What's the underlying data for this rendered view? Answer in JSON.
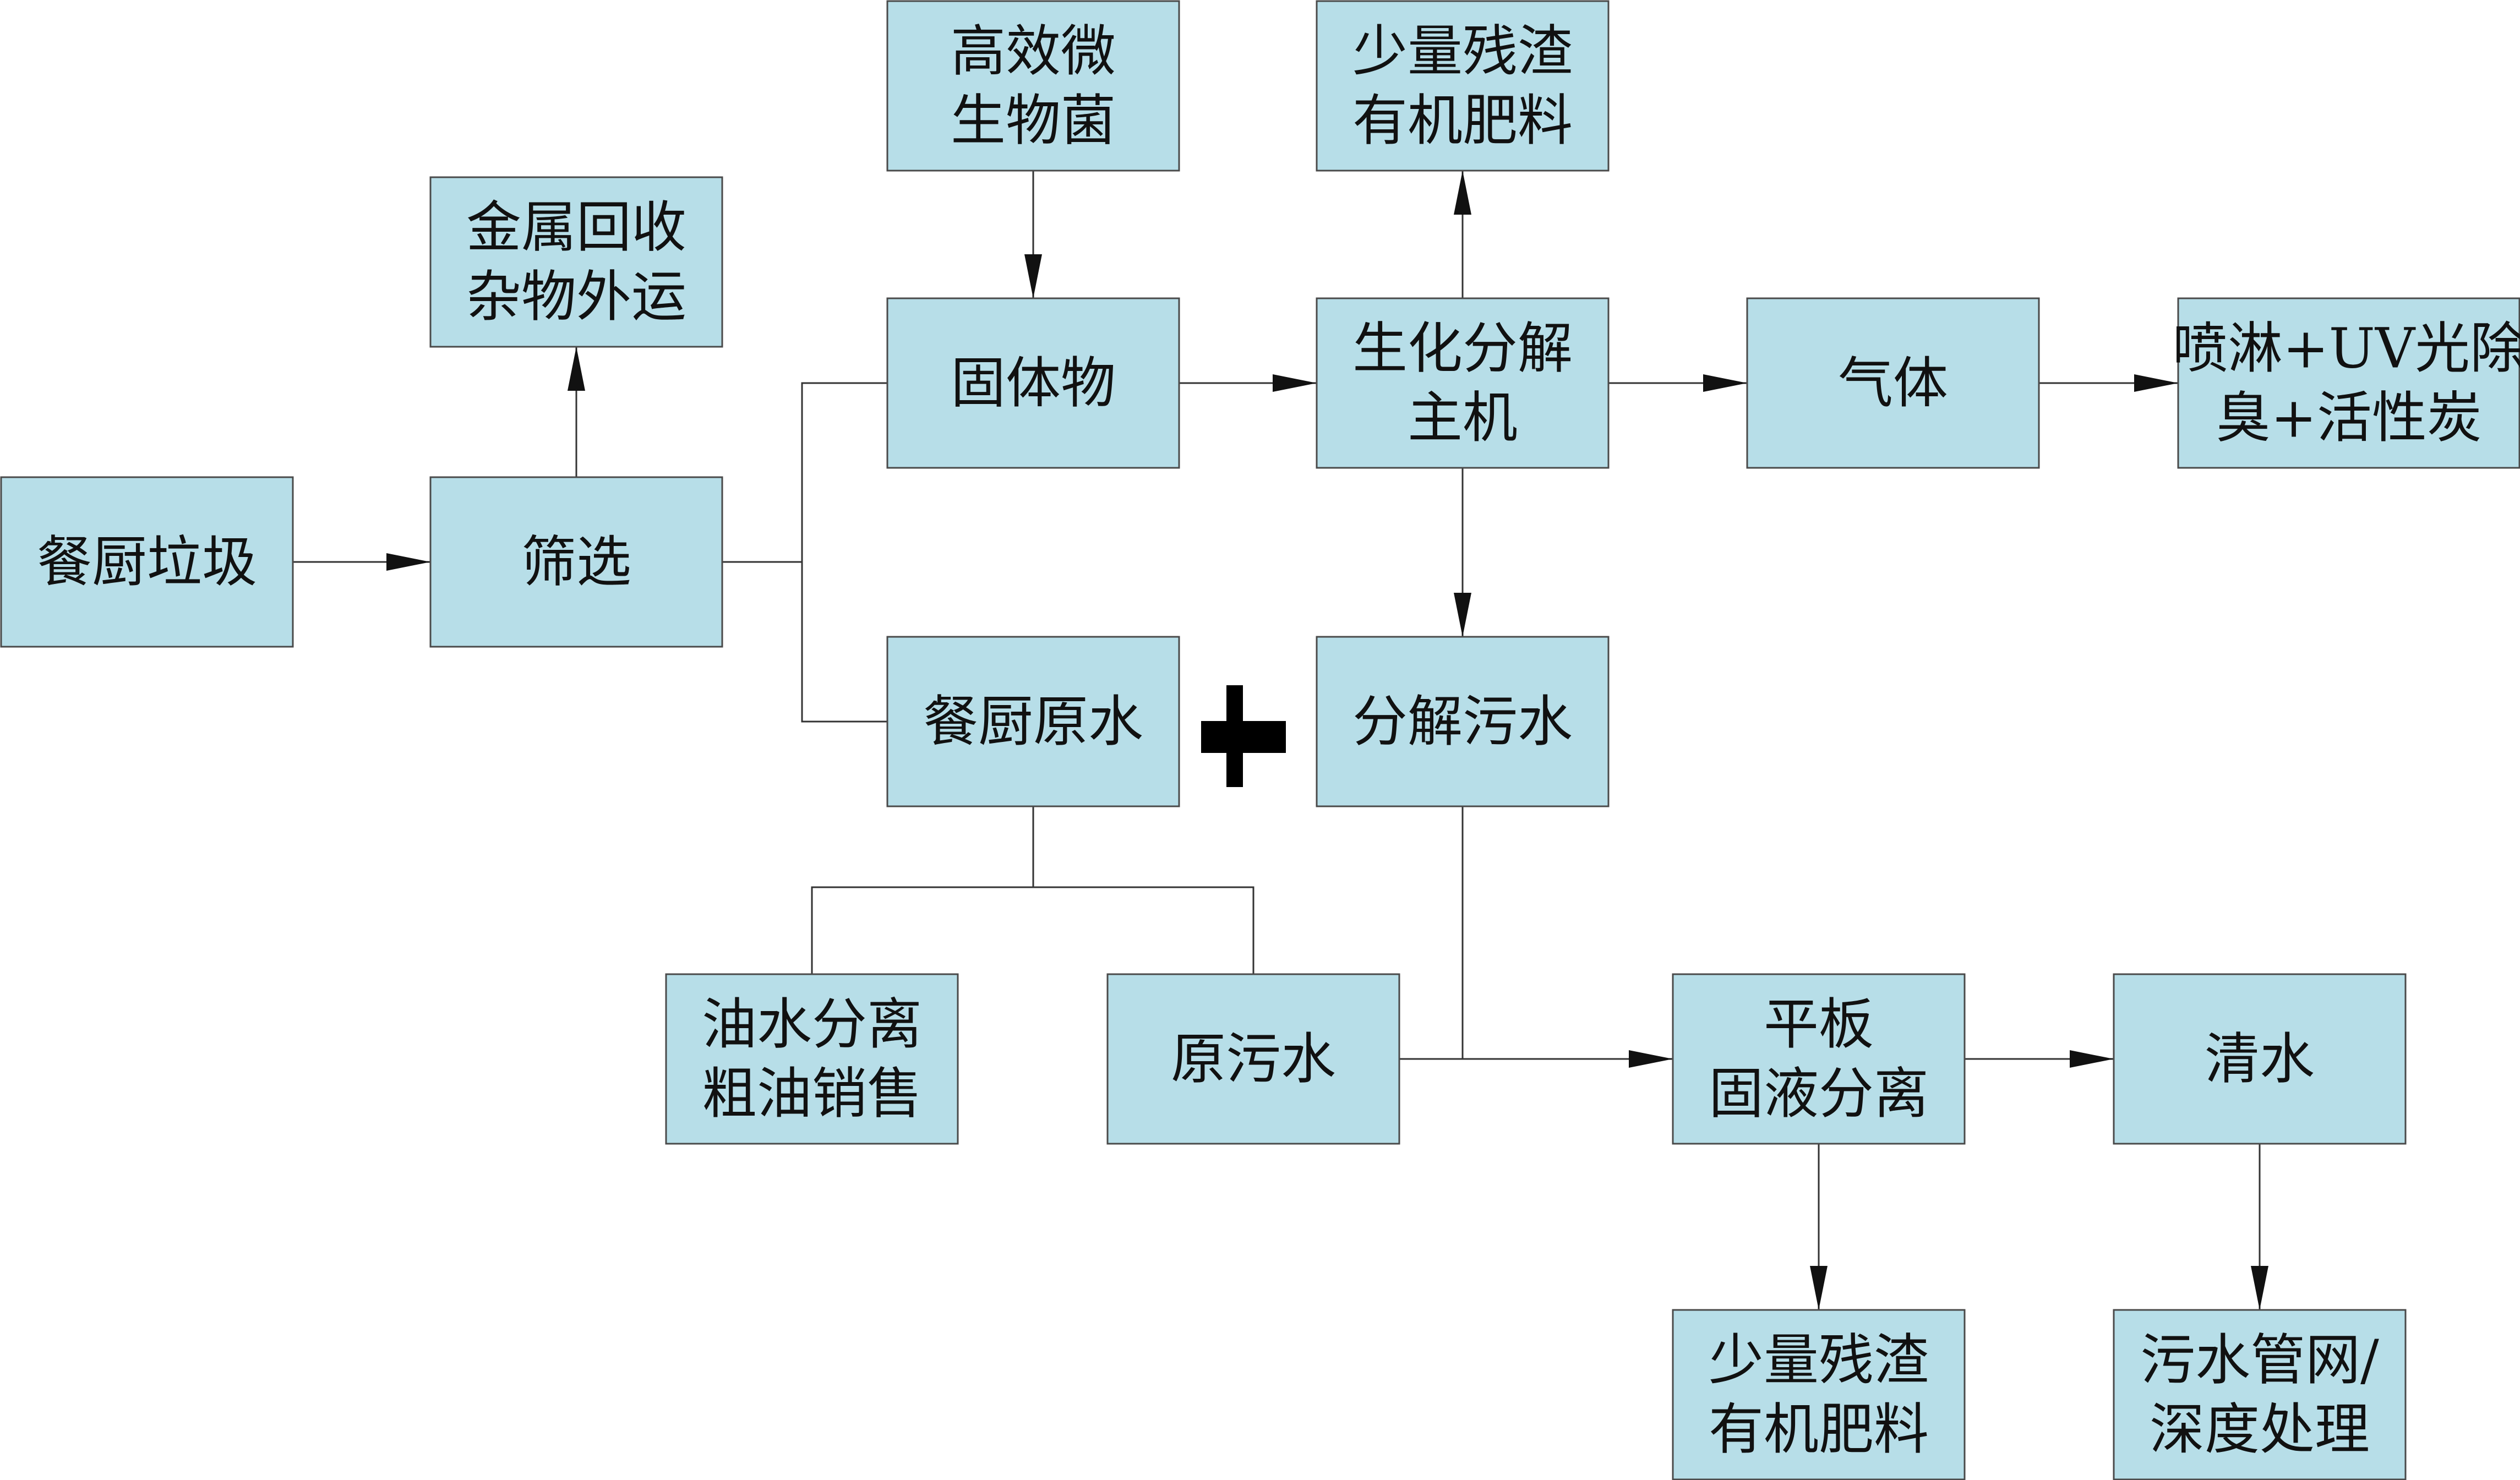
{
  "nodes": [
    {
      "id": "kitchen-waste",
      "lines": [
        "餐厨垃圾"
      ]
    },
    {
      "id": "screening",
      "lines": [
        "筛选"
      ]
    },
    {
      "id": "metal-recycling",
      "lines": [
        "金属回收",
        "杂物外运"
      ]
    },
    {
      "id": "efficient-microbes",
      "lines": [
        "高效微",
        "生物菌"
      ]
    },
    {
      "id": "solids",
      "lines": [
        "固体物"
      ]
    },
    {
      "id": "kitchen-raw-water",
      "lines": [
        "餐厨原水"
      ]
    },
    {
      "id": "residue-fertilizer-top",
      "lines": [
        "少量残渣",
        "有机肥料"
      ]
    },
    {
      "id": "biochemical-host",
      "lines": [
        "生化分解",
        "主机"
      ]
    },
    {
      "id": "decomposed-sewage",
      "lines": [
        "分解污水"
      ]
    },
    {
      "id": "gas",
      "lines": [
        "气体"
      ]
    },
    {
      "id": "deodorization",
      "lines": [
        "喷淋+UV光除",
        "臭+活性炭"
      ]
    },
    {
      "id": "oil-water-separation",
      "lines": [
        "油水分离",
        "粗油销售"
      ]
    },
    {
      "id": "raw-sewage",
      "lines": [
        "原污水"
      ]
    },
    {
      "id": "plate-separation",
      "lines": [
        "平板",
        "固液分离"
      ]
    },
    {
      "id": "clean-water",
      "lines": [
        "清水"
      ]
    },
    {
      "id": "residue-fertilizer-bottom",
      "lines": [
        "少量残渣",
        "有机肥料"
      ]
    },
    {
      "id": "sewer-treatment",
      "lines": [
        "污水管网/",
        "深度处理"
      ]
    }
  ],
  "edges": [
    {
      "from": "kitchen-waste",
      "to": "screening",
      "arrow": true
    },
    {
      "from": "screening",
      "to": "metal-recycling",
      "arrow": true
    },
    {
      "from": "screening",
      "to": "solids",
      "arrow": false
    },
    {
      "from": "screening",
      "to": "kitchen-raw-water",
      "arrow": false
    },
    {
      "from": "efficient-microbes",
      "to": "solids",
      "arrow": true
    },
    {
      "from": "solids",
      "to": "biochemical-host",
      "arrow": true
    },
    {
      "from": "biochemical-host",
      "to": "residue-fertilizer-top",
      "arrow": true
    },
    {
      "from": "biochemical-host",
      "to": "gas",
      "arrow": true
    },
    {
      "from": "gas",
      "to": "deodorization",
      "arrow": true
    },
    {
      "from": "biochemical-host",
      "to": "decomposed-sewage",
      "arrow": true
    },
    {
      "from": "kitchen-raw-water",
      "to": "oil-water-separation",
      "arrow": false
    },
    {
      "from": "kitchen-raw-water",
      "to": "raw-sewage",
      "arrow": false
    },
    {
      "from": "raw-sewage",
      "to": "plate-separation",
      "arrow": true
    },
    {
      "from": "decomposed-sewage",
      "to": "plate-separation",
      "arrow": false
    },
    {
      "from": "plate-separation",
      "to": "clean-water",
      "arrow": true
    },
    {
      "from": "plate-separation",
      "to": "residue-fertilizer-bottom",
      "arrow": true
    },
    {
      "from": "clean-water",
      "to": "sewer-treatment",
      "arrow": true
    }
  ],
  "colors": {
    "box_fill": "#b7dee8",
    "box_border": "#4a4a4a",
    "line": "#333333",
    "plus": "#000000"
  }
}
